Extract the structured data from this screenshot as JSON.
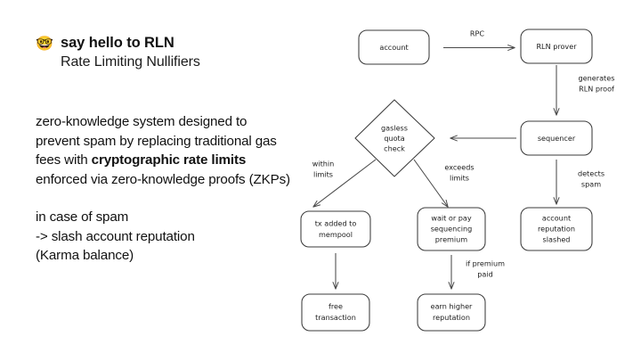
{
  "slide": {
    "emoji": "🤓",
    "emoji_name": "nerd-face-emoji",
    "title": "say hello to RLN",
    "subtitle": "Rate Limiting Nullifiers",
    "body": {
      "para1_pre": "zero-knowledge system designed to prevent spam by replacing traditional gas fees with ",
      "para1_bold": "cryptographic rate limits",
      "para1_post": " enforced via zero-knowledge proofs (ZKPs)",
      "para2_line1": "in case of spam",
      "para2_line2": "-> slash account reputation",
      "para2_line3": "(Karma balance)"
    }
  },
  "diagram": {
    "nodes": {
      "account": "account",
      "rln_prover": "RLN prover",
      "gasless_quota_check": [
        "gasless",
        "quota",
        "check"
      ],
      "sequencer": "sequencer",
      "tx_added_to_mempool": [
        "tx added to",
        "mempool"
      ],
      "wait_or_pay": [
        "wait or pay",
        "sequencing",
        "premium"
      ],
      "account_reputation_slashed": [
        "account",
        "reputation",
        "slashed"
      ],
      "free_transaction": [
        "free",
        "transaction"
      ],
      "earn_higher_reputation": [
        "earn higher",
        "reputation"
      ]
    },
    "edges": {
      "rpc": "RPC",
      "generates_rln_proof": [
        "generates",
        "RLN proof"
      ],
      "detects_spam": [
        "detects",
        "spam"
      ],
      "within_limits": [
        "within",
        "limits"
      ],
      "exceeds_limits": [
        "exceeds",
        "limits"
      ],
      "if_premium_paid": [
        "if premium",
        "paid"
      ]
    }
  },
  "colors": {
    "background": "#ffffff",
    "text": "#111111",
    "stroke": "#3b3b3b",
    "edge": "#4a4a4a"
  }
}
